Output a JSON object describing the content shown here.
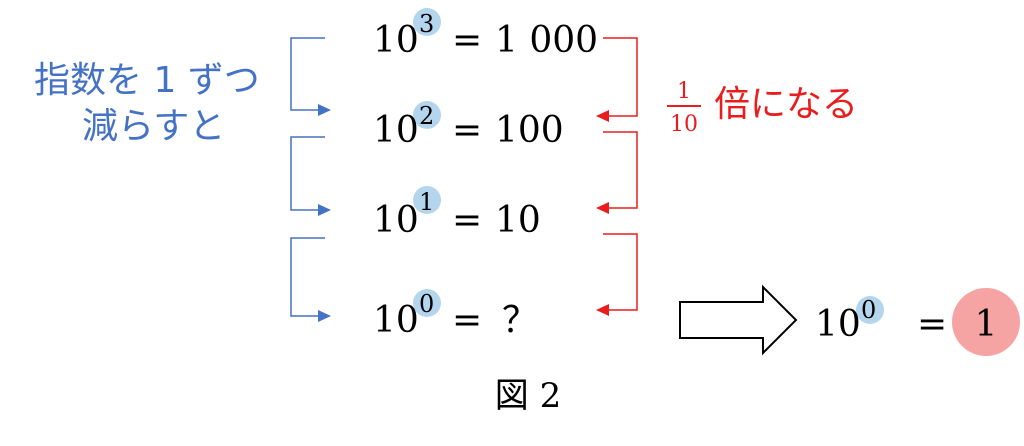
{
  "colors": {
    "blue": "#4472c4",
    "red": "#e81e1e",
    "exponent_circle": "#b4d5ee",
    "result_circle": "#f6a3a3"
  },
  "left_note": {
    "line1": "指数を 1 ずつ",
    "line2": "減らすと"
  },
  "right_note": {
    "fraction_numerator": "1",
    "fraction_denominator": "10",
    "text": "倍になる"
  },
  "equations": [
    {
      "base": "10",
      "exponent": "3",
      "equals": "=",
      "value": "1 000"
    },
    {
      "base": "10",
      "exponent": "2",
      "equals": "=",
      "value": "100"
    },
    {
      "base": "10",
      "exponent": "1",
      "equals": "=",
      "value": "10"
    },
    {
      "base": "10",
      "exponent": "0",
      "equals": "=",
      "value": "？"
    }
  ],
  "result": {
    "base": "10",
    "exponent": "0",
    "equals": "=",
    "value": "1"
  },
  "caption": "図 2"
}
